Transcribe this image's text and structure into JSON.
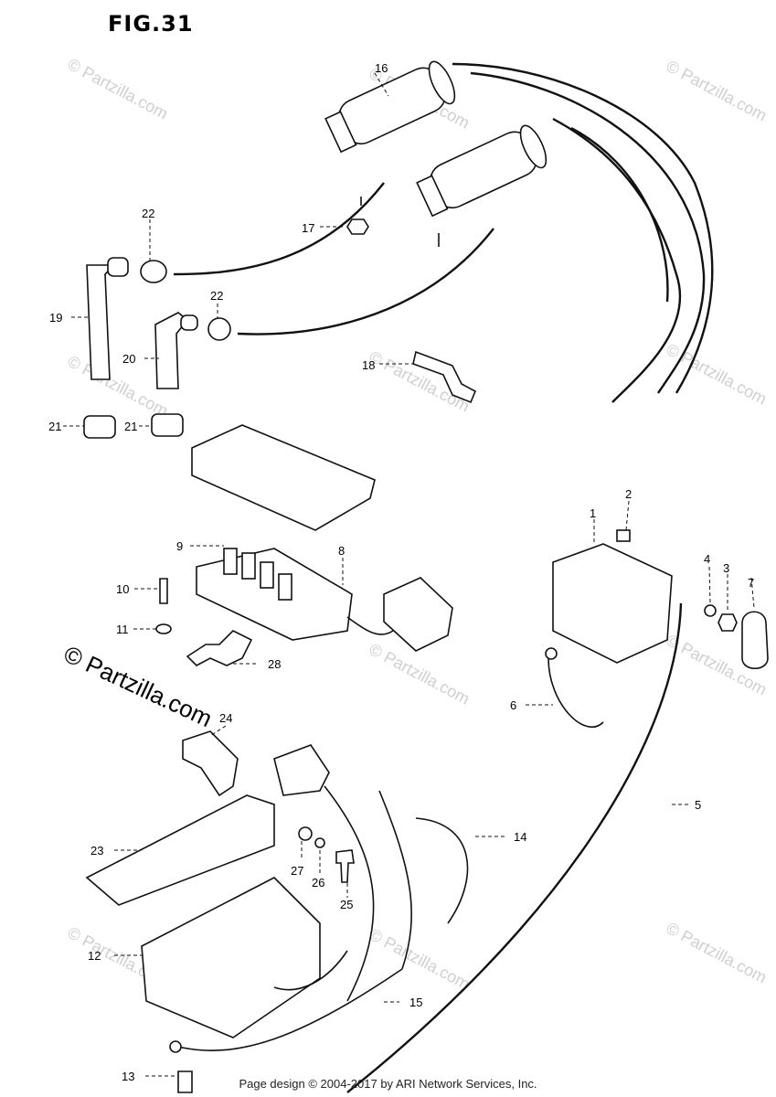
{
  "figure": {
    "title": "FIG.31"
  },
  "callouts": [
    {
      "id": "16",
      "label": "16"
    },
    {
      "id": "22a",
      "label": "22"
    },
    {
      "id": "17",
      "label": "17"
    },
    {
      "id": "19",
      "label": "19"
    },
    {
      "id": "22b",
      "label": "22"
    },
    {
      "id": "20",
      "label": "20"
    },
    {
      "id": "18",
      "label": "18"
    },
    {
      "id": "21a",
      "label": "21"
    },
    {
      "id": "21b",
      "label": "21"
    },
    {
      "id": "9",
      "label": "9"
    },
    {
      "id": "8",
      "label": "8"
    },
    {
      "id": "10",
      "label": "10"
    },
    {
      "id": "11",
      "label": "11"
    },
    {
      "id": "28",
      "label": "28"
    },
    {
      "id": "1",
      "label": "1"
    },
    {
      "id": "2",
      "label": "2"
    },
    {
      "id": "4",
      "label": "4"
    },
    {
      "id": "3",
      "label": "3"
    },
    {
      "id": "7",
      "label": "7"
    },
    {
      "id": "6",
      "label": "6"
    },
    {
      "id": "24",
      "label": "24"
    },
    {
      "id": "5",
      "label": "5"
    },
    {
      "id": "14",
      "label": "14"
    },
    {
      "id": "23",
      "label": "23"
    },
    {
      "id": "27",
      "label": "27"
    },
    {
      "id": "26",
      "label": "26"
    },
    {
      "id": "25",
      "label": "25"
    },
    {
      "id": "12",
      "label": "12"
    },
    {
      "id": "15",
      "label": "15"
    },
    {
      "id": "13",
      "label": "13"
    }
  ],
  "watermarks": {
    "light": "© Partzilla.com",
    "dark": "© Partzilla.com"
  },
  "footer": {
    "text": "Page design © 2004-2017 by ARI Network Services, Inc."
  }
}
